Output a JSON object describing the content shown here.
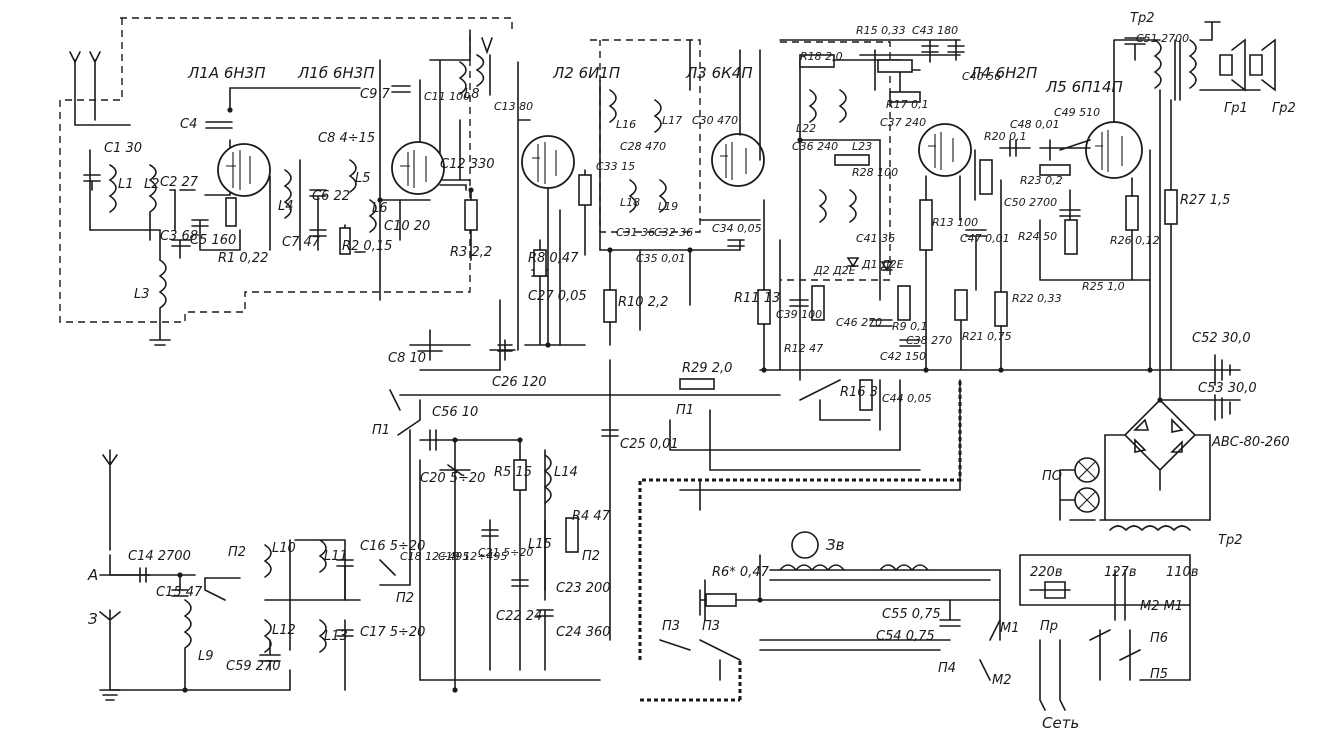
{
  "labels": {
    "tube1a": "Л1А 6Н3П",
    "tube1b": "Л1б 6Н3П",
    "tube2": "Л2 6И1П",
    "tube3": "Л3 6К4П",
    "tube4": "Л4 6Н2П",
    "tube5": "Л5 6П14П",
    "tr2_top": "Тр2",
    "gr1": "Гр1",
    "gr2": "Гр2",
    "c1": "C1 30",
    "c2": "C2 27",
    "c3": "C3 68",
    "c4": "C4",
    "c5": "C5 160",
    "r1": "R1 0,22",
    "c6": "C6 22",
    "c7": "C7 47",
    "c8": "C8 4÷15",
    "c9": "C9 7",
    "c10": "C10 20",
    "r2": "R2 0,15",
    "r3": "R3 2,2",
    "c11": "C11 100",
    "c12": "C12 330",
    "c13": "C13 80",
    "l1": "L1",
    "l2": "L2",
    "l3": "L3",
    "l4": "L4",
    "l5": "L5",
    "l6": "L6",
    "l8": "L8",
    "r8": "R8 0,47",
    "c27": "C27 0,05",
    "c26": "C26 120",
    "c28": "C28 470",
    "c31": "C31 36",
    "c32": "C32 36",
    "c33": "C33 15",
    "c34": "C34 0,05",
    "c35": "C35 0,01",
    "r10": "R10 2,2",
    "r11": "R11 13",
    "c30": "C30 470",
    "l16": "L16",
    "l17": "L17",
    "l18": "L18",
    "l19": "L19",
    "r15": "R15 0,33",
    "c43": "C43 180",
    "c40": "C40 56",
    "r18": "R18 2,0",
    "r17": "R17 0,1",
    "c37": "C37 240",
    "c36": "C36 240",
    "l22": "L22",
    "l23": "L23",
    "r28": "R28 100",
    "c41": "C41 36",
    "d1": "Д1 Д2Е",
    "d2": "Д2 Д2Е",
    "c38": "C38 270",
    "c39": "C39 100",
    "c46": "C46 270",
    "r12": "R12 47",
    "c42": "C42 150",
    "r9": "R9 0,1",
    "r20": "R20 0,1",
    "c48": "C48 0,01",
    "c49": "C49 510",
    "r23": "R23 0,2",
    "c50": "C50 2700",
    "r24": "R24 50",
    "r25": "R25 1,0",
    "r26": "R26 0,12",
    "r13": "R13 100",
    "c47": "C47 0,01",
    "r21": "R21 0,75",
    "r22": "R22 0,33",
    "c51": "C51 2700",
    "r27": "R27 1,5",
    "c52": "C52 30,0",
    "c53": "C53 30,0",
    "rect": "АВС-80-260",
    "po": "ПО",
    "tr2_bot": "Тр2",
    "c8b": "C8 10",
    "r29": "R29 2,0",
    "r16": "R16 3",
    "c44": "C44 0,05",
    "p1a": "П1",
    "p1b": "П1",
    "c56": "C56 10",
    "c20": "C20 5÷20",
    "c18": "C18 12÷495",
    "c19": "C19 12÷495",
    "r5": "R5 15",
    "l14": "L14",
    "c21": "C21 5÷20",
    "c22": "C22 24",
    "l15": "L15",
    "r4": "R4 47",
    "c23": "C23 200",
    "c24": "C24 360",
    "c25": "C25 0,01",
    "p2a": "П2",
    "p2b": "П2",
    "p2c": "П2",
    "ant_a": "А",
    "gnd_z": "З",
    "c14": "C14 2700",
    "c15": "C15 47",
    "l9": "L9",
    "c59": "C59 270",
    "l10": "L10",
    "l11": "L11",
    "l12": "L12",
    "l13": "L13",
    "c16": "C16 5÷20",
    "c17": "C17 5÷20",
    "zv": "Зв",
    "r6": "R6* 0,47",
    "p3a": "П3",
    "p3b": "П3",
    "c55": "C55 0,75",
    "c54": "C54 0,75",
    "m1": "М1",
    "m2": "М2",
    "p4": "П4",
    "v220": "220в",
    "v127": "127в",
    "v110": "110в",
    "pr": "Пр",
    "p6": "П6",
    "p5": "П5",
    "mains": "Сеть",
    "m2m1": "М2 М1"
  }
}
